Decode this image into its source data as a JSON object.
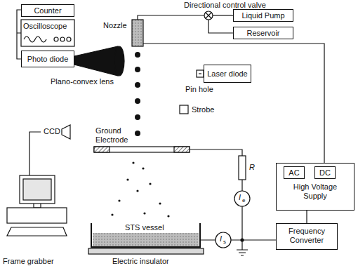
{
  "diagram": {
    "nodes": [
      {
        "text": [
          "Counter"
        ]
      },
      {
        "text": [
          "Liquid Pump"
        ]
      },
      {
        "text": [
          "Reservoir"
        ]
      },
      {
        "text": [
          "Photo diode"
        ]
      },
      {
        "text": [
          "Laser diode"
        ]
      },
      {
        "text": [
          "High Voltage Supply"
        ]
      },
      {
        "text": [
          "AC"
        ],
        "in": 5
      },
      {
        "text": [
          "DC"
        ],
        "in": 5
      },
      {
        "text": [
          "Frequency Converter"
        ]
      }
    ],
    "edges": [
      {
        "from": 8,
        "to": 5,
        "arrow": "none"
      }
    ],
    "labels": [
      "Directional control valve",
      "Nozzle",
      "Oscilloscope",
      "Plano-convex lens",
      "Pin hole",
      "Strobe",
      "CCD",
      "Ground Electrode",
      "R",
      "I",
      "e",
      "I",
      "s",
      "STS vessel",
      "Frame grabber",
      "Electric insulator"
    ]
  }
}
